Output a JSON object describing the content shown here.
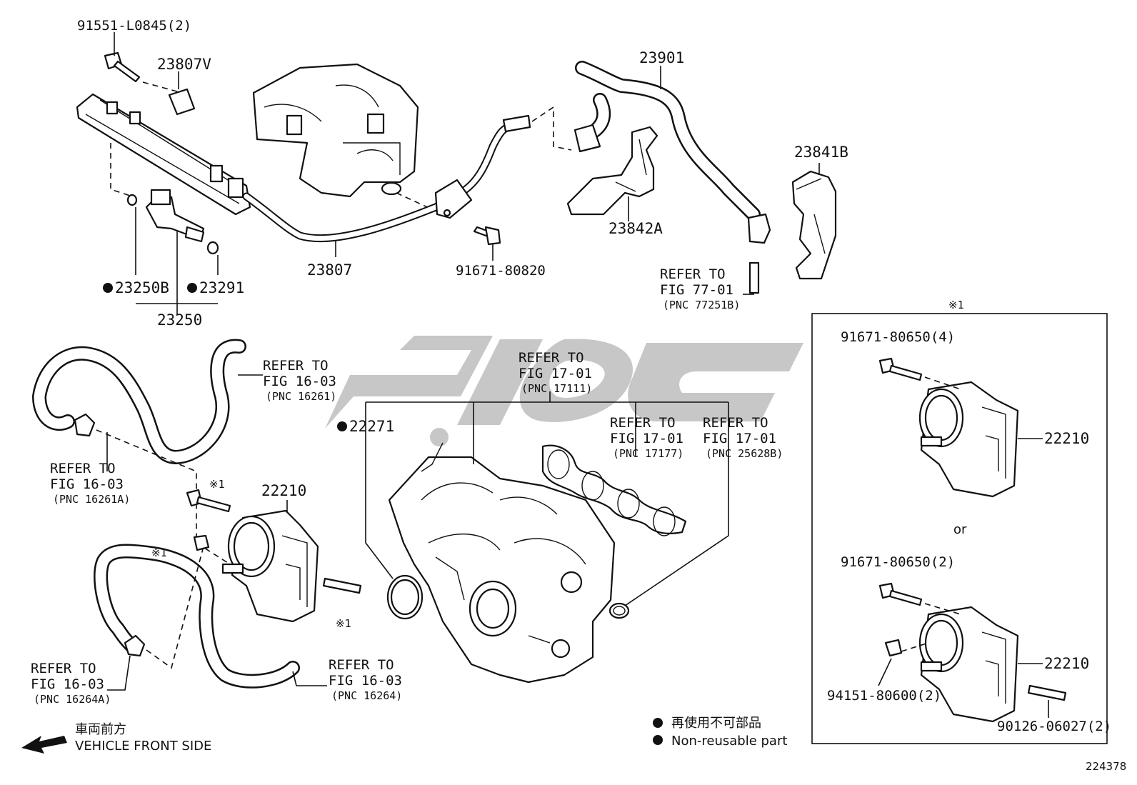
{
  "parts": {
    "p_91551": "91551-L0845(2)",
    "p_23807V": "23807V",
    "p_23901": "23901",
    "p_23841B": "23841B",
    "p_23842A": "23842A",
    "p_23807": "23807",
    "p_91671_80820": "91671-80820",
    "p_23250B": "23250B",
    "p_23291": "23291",
    "p_23250": "23250",
    "p_22271": "22271",
    "p_22210_main": "22210",
    "p_22210_a": "22210",
    "p_22210_b": "22210",
    "p_91671_80650_4": "91671-80650(4)",
    "p_91671_80650_2": "91671-80650(2)",
    "p_94151": "94151-80600(2)",
    "p_90126": "90126-06027(2)",
    "fig_number": "224378"
  },
  "refs": {
    "refer_to": "REFER TO",
    "fig_77_01": "FIG 77-01",
    "pnc_77251B": "(PNC 77251B)",
    "fig_16_03": "FIG 16-03",
    "pnc_16261": "(PNC 16261)",
    "pnc_16261A": "(PNC 16261A)",
    "pnc_16264A": "(PNC 16264A)",
    "pnc_16264": "(PNC 16264)",
    "fig_17_01": "FIG 17-01",
    "pnc_17111": "(PNC 17111)",
    "pnc_17177": "(PNC 17177)",
    "pnc_25628B": "(PNC 25628B)"
  },
  "marks": {
    "note1": "※1",
    "or": "or"
  },
  "legend": {
    "non_reusable_jp": "再使用不可部品",
    "non_reusable_en": "Non-reusable part",
    "front_jp": "車両前方",
    "front_en": "VEHICLE FRONT SIDE"
  }
}
